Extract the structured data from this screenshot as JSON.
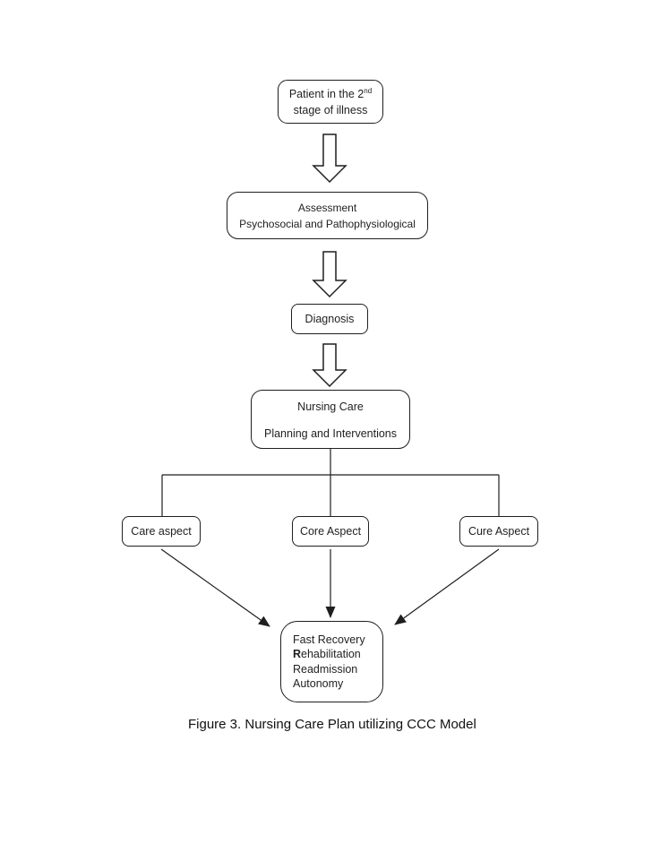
{
  "figure": {
    "caption": "Figure 3. Nursing Care Plan utilizing CCC Model"
  },
  "nodes": {
    "patient": {
      "line1_main": "Patient in the 2",
      "line1_sup": "nd",
      "line2": "stage of illness"
    },
    "assessment": {
      "line1": "Assessment",
      "line2": "Psychosocial and Pathophysiological"
    },
    "diagnosis": {
      "label": "Diagnosis"
    },
    "nursing": {
      "line1": "Nursing Care",
      "line2": "Planning and Interventions"
    },
    "care_aspect": {
      "label": "Care aspect"
    },
    "core_aspect": {
      "label": "Core Aspect"
    },
    "cure_aspect": {
      "label": "Cure Aspect"
    },
    "outcome": {
      "line1": "Fast Recovery",
      "line2_bold": "R",
      "line2_rest": "ehabilitation",
      "line3": "Readmission",
      "line4": "Autonomy"
    }
  },
  "colors": {
    "stroke": "#1f1f1f",
    "text": "#1f1f1f",
    "background": "#ffffff"
  }
}
